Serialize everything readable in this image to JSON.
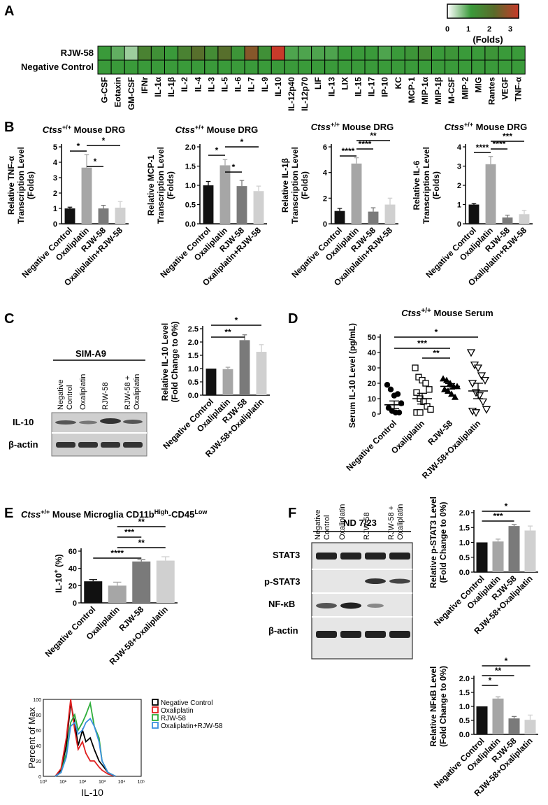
{
  "panels": {
    "A": "A",
    "B": "B",
    "C": "C",
    "D": "D",
    "E": "E",
    "F": "F"
  },
  "heatmap": {
    "scale_ticks": [
      "0",
      "1",
      "2",
      "3"
    ],
    "scale_label": "(Folds)",
    "rows": [
      "RJW-58",
      "Negative Control"
    ],
    "cytokines": [
      "G-CSF",
      "Eotaxin",
      "GM-CSF",
      "IFNr",
      "IL-1α",
      "IL-1β",
      "IL-2",
      "IL-4",
      "IL-3",
      "IL-5",
      "IL-6",
      "IL-7",
      "IL-9",
      "IL-10",
      "IL-12p40",
      "IL-12p70",
      "LIF",
      "IL-13",
      "LIX",
      "IL-15",
      "IL-17",
      "IP-10",
      "KC",
      "MCP-1",
      "MIP-1α",
      "MIP-1β",
      "M-CSF",
      "MIP-2",
      "MIG",
      "Rantes",
      "VEGF",
      "TNF-α"
    ],
    "values": [
      [
        1.0,
        0.8,
        0.5,
        1.5,
        1.2,
        1.0,
        1.5,
        1.9,
        1.3,
        1.9,
        1.1,
        2.4,
        1.2,
        3.0,
        0.9,
        0.9,
        0.9,
        0.9,
        1.0,
        1.0,
        1.0,
        0.9,
        1.0,
        1.1,
        1.3,
        1.0,
        1.1,
        1.0,
        1.0,
        1.1,
        1.0,
        1.0
      ],
      [
        1,
        1,
        1,
        1,
        1,
        1,
        1,
        1,
        1,
        1,
        1,
        1,
        1,
        1,
        1,
        1,
        1,
        1,
        1,
        1,
        1,
        1,
        1,
        1,
        1,
        1,
        1,
        1,
        1,
        1,
        1,
        1
      ]
    ]
  },
  "B": {
    "title_italic": "Ctss",
    "title_sup": "+/+",
    "title_rest": " Mouse DRG",
    "categories": [
      "Negative Control",
      "Oxaliplatin",
      "RJW-58",
      "Oxaliplatin+RJW-58"
    ],
    "charts": [
      {
        "ylabel1": "Relative TNF-α",
        "ylabel2": "Transcription Level",
        "ylabel3": "(Folds)",
        "yticks": [
          "0",
          "1",
          "2",
          "3",
          "4",
          "5"
        ]
      },
      {
        "ylabel1": "Relative MCP-1",
        "ylabel2": "Transcription Level",
        "ylabel3": "(Folds)",
        "yticks": [
          "0.0",
          "0.5",
          "1.0",
          "1.5",
          "2.0"
        ]
      },
      {
        "ylabel1": "Relative IL-1β",
        "ylabel2": "Transcription Level",
        "ylabel3": "(Folds)",
        "yticks": [
          "0",
          "2",
          "4",
          "6"
        ]
      },
      {
        "ylabel1": "Relative IL-6",
        "ylabel2": "Transcription Level",
        "ylabel3": "(Folds)",
        "yticks": [
          "0",
          "1",
          "2",
          "3",
          "4"
        ]
      }
    ]
  },
  "C": {
    "blot_title": "SIM-A9",
    "lanes": [
      [
        "Negative",
        "Control"
      ],
      [
        "Oxaliplatin"
      ],
      [
        "RJW-58"
      ],
      [
        "RJW-58 +",
        "Oxaliplatin"
      ]
    ],
    "rows": [
      "IL-10",
      "β-actin"
    ],
    "ylabel1": "Relative IL-10 Level",
    "ylabel2": "(Fold Change to 0%)",
    "yticks": [
      "0.0",
      "0.5",
      "1.0",
      "1.5",
      "2.0",
      "2.5"
    ],
    "categories": [
      "Negative Control",
      "Oxaliplatin",
      "RJW-58",
      "RJW-58+Oxaliplatin"
    ]
  },
  "D": {
    "title_italic": "Ctss",
    "title_sup": "+/+",
    "title_rest": " Mouse Serum",
    "ylabel": "Serum IL-10 Level (pg/mL)",
    "yticks": [
      "0",
      "10",
      "20",
      "30",
      "40",
      "50"
    ],
    "categories": [
      "Negative Control",
      "Oxaliplatin",
      "RJW-58",
      "RJW-58+Oxaliplatin"
    ]
  },
  "E": {
    "title_italic": "Ctss",
    "title_sup1": "+/+",
    "title_mid": " Mouse Microglia CD11b",
    "title_sup2": "High",
    "title_mid2": "-CD45",
    "title_sup3": "Low",
    "ylabel": "IL-10",
    "ylabel_sup": "+",
    "ylabel_rest": " (%)",
    "yticks": [
      "0",
      "20",
      "40",
      "60"
    ],
    "categories": [
      "Negative Control",
      "Oxaliplatin",
      "RJW-58",
      "RJW-58+Oxaliplatin"
    ],
    "hist_ylabel": "Percent of Max",
    "hist_xlabel": "IL-10",
    "hist_yticks": [
      "0",
      "20",
      "40",
      "60",
      "80",
      "100"
    ],
    "hist_xticks": [
      "10⁰",
      "10¹",
      "10²",
      "10³",
      "10⁴",
      "10⁵"
    ],
    "legend": [
      "Negative Control",
      "Oxaliplatin",
      "RJW-58",
      "Oxaliplatin+RJW-58"
    ]
  },
  "F": {
    "blot_title": "ND 7/23",
    "lanes": [
      [
        "Negative",
        "Control"
      ],
      [
        "Oxaliplatin"
      ],
      [
        "RJW-58"
      ],
      [
        "RJW-58 +",
        "Oxaliplatin"
      ]
    ],
    "rows": [
      "STAT3",
      "p-STAT3",
      "NF-κB",
      "β-actin"
    ],
    "top": {
      "ylabel1": "Relative p-STAT3 Level",
      "ylabel2": "(Fold Change to 0%)",
      "yticks": [
        "0.0",
        "0.5",
        "1.0",
        "1.5",
        "2.0"
      ]
    },
    "bottom": {
      "ylabel1": "Relative NFκB Level",
      "ylabel2": "(Fold Change to 0%)",
      "yticks": [
        "0.0",
        "0.5",
        "1.0",
        "1.5",
        "2.0"
      ]
    },
    "categories": [
      "Negative Control",
      "Oxaliplatin",
      "RJW-58",
      "RJW-58+Oxaliplatin"
    ]
  },
  "chart_data": [
    {
      "type": "heatmap",
      "rows": [
        "RJW-58",
        "Negative Control"
      ],
      "scale_range": [
        0,
        3
      ],
      "scale_unit": "Folds"
    },
    {
      "type": "bar",
      "categories": [
        "Negative Control",
        "Oxaliplatin",
        "RJW-58",
        "Oxaliplatin+RJW-58"
      ],
      "values": [
        1.0,
        3.65,
        1.0,
        1.05
      ],
      "errors": [
        0.08,
        0.85,
        0.2,
        0.4
      ],
      "ylim": [
        0,
        5
      ],
      "ylabel": "Relative TNF-α Transcription Level (Folds)",
      "colors": [
        "#111111",
        "#a6a6a6",
        "#7a7a7a",
        "#d0d0d0"
      ],
      "significance": [
        {
          "a": 0,
          "b": 1,
          "label": "*"
        },
        {
          "a": 1,
          "b": 2,
          "label": "*"
        },
        {
          "a": 1,
          "b": 3,
          "label": "*"
        }
      ]
    },
    {
      "type": "bar",
      "categories": [
        "Negative Control",
        "Oxaliplatin",
        "RJW-58",
        "Oxaliplatin+RJW-58"
      ],
      "values": [
        1.0,
        1.52,
        0.98,
        0.85
      ],
      "errors": [
        0.1,
        0.15,
        0.15,
        0.13
      ],
      "ylim": [
        0,
        2
      ],
      "ylabel": "Relative MCP-1 Transcription Level (Folds)",
      "colors": [
        "#111111",
        "#a6a6a6",
        "#7a7a7a",
        "#d0d0d0"
      ],
      "significance": [
        {
          "a": 0,
          "b": 1,
          "label": "*"
        },
        {
          "a": 1,
          "b": 2,
          "label": "*"
        },
        {
          "a": 1,
          "b": 3,
          "label": "*"
        }
      ]
    },
    {
      "type": "bar",
      "categories": [
        "Negative Control",
        "Oxaliplatin",
        "RJW-58",
        "Oxaliplatin+RJW-58"
      ],
      "values": [
        1.0,
        4.7,
        0.95,
        1.5
      ],
      "errors": [
        0.2,
        0.45,
        0.3,
        0.5
      ],
      "ylim": [
        0,
        6
      ],
      "ylabel": "Relative IL-1β Transcription Level (Folds)",
      "colors": [
        "#111111",
        "#a6a6a6",
        "#7a7a7a",
        "#d0d0d0"
      ],
      "significance": [
        {
          "a": 0,
          "b": 1,
          "label": "****"
        },
        {
          "a": 1,
          "b": 2,
          "label": "****"
        },
        {
          "a": 1,
          "b": 3,
          "label": "**"
        }
      ]
    },
    {
      "type": "bar",
      "categories": [
        "Negative Control",
        "Oxaliplatin",
        "RJW-58",
        "Oxaliplatin+RJW-58"
      ],
      "values": [
        1.0,
        3.1,
        0.33,
        0.5
      ],
      "errors": [
        0.06,
        0.4,
        0.12,
        0.2
      ],
      "ylim": [
        0,
        4
      ],
      "ylabel": "Relative IL-6 Transcription Level (Folds)",
      "colors": [
        "#111111",
        "#a6a6a6",
        "#7a7a7a",
        "#d0d0d0"
      ],
      "significance": [
        {
          "a": 0,
          "b": 1,
          "label": "****"
        },
        {
          "a": 1,
          "b": 2,
          "label": "****"
        },
        {
          "a": 1,
          "b": 3,
          "label": "***"
        }
      ]
    },
    {
      "type": "bar",
      "categories": [
        "Negative Control",
        "Oxaliplatin",
        "RJW-58",
        "RJW-58+Oxaliplatin"
      ],
      "values": [
        1.0,
        0.98,
        2.07,
        1.63
      ],
      "errors": [
        0.0,
        0.07,
        0.2,
        0.27
      ],
      "ylim": [
        0,
        2.5
      ],
      "ylabel": "Relative IL-10 Level (Fold Change to 0%)",
      "colors": [
        "#111111",
        "#a6a6a6",
        "#7a7a7a",
        "#d0d0d0"
      ],
      "significance": [
        {
          "a": 0,
          "b": 2,
          "label": "**"
        },
        {
          "a": 0,
          "b": 3,
          "label": "*"
        }
      ]
    },
    {
      "type": "scatter",
      "categories": [
        "Negative Control",
        "Oxaliplatin",
        "RJW-58",
        "RJW-58+Oxaliplatin"
      ],
      "ylim": [
        0,
        50
      ],
      "ylabel": "Serum IL-10 Level (pg/mL)",
      "series": [
        {
          "name": "Negative Control",
          "marker": "circle",
          "values": [
            19,
            16,
            12,
            13,
            7,
            4,
            2,
            1,
            1
          ],
          "mean": 6,
          "sem": 2.5
        },
        {
          "name": "Oxaliplatin",
          "marker": "square",
          "values": [
            30,
            24,
            22,
            20,
            16,
            14,
            10,
            8,
            5,
            3,
            1,
            1
          ],
          "mean": 10,
          "sem": 3.5
        },
        {
          "name": "RJW-58",
          "marker": "triangle-up",
          "values": [
            23,
            22,
            20,
            18,
            18,
            16,
            15,
            13,
            11
          ],
          "mean": 18,
          "sem": 1.8
        },
        {
          "name": "RJW-58+Oxaliplatin",
          "marker": "triangle-down",
          "values": [
            40,
            32,
            30,
            25,
            22,
            20,
            14,
            12,
            8,
            3,
            2,
            1
          ],
          "mean": 15,
          "sem": 5
        }
      ],
      "significance": [
        {
          "a": 1,
          "b": 2,
          "label": "**"
        },
        {
          "a": 0,
          "b": 2,
          "label": "***"
        },
        {
          "a": 0,
          "b": 3,
          "label": "*"
        }
      ]
    },
    {
      "type": "bar",
      "categories": [
        "Negative Control",
        "Oxaliplatin",
        "RJW-58",
        "RJW-58+Oxaliplatin"
      ],
      "values": [
        25,
        20,
        48,
        49
      ],
      "errors": [
        2,
        4,
        2,
        4.5
      ],
      "ylim": [
        0,
        60
      ],
      "ylabel": "IL-10+ (%)",
      "colors": [
        "#111111",
        "#a6a6a6",
        "#7a7a7a",
        "#d0d0d0"
      ],
      "significance": [
        {
          "a": 0,
          "b": 2,
          "label": "****"
        },
        {
          "a": 1,
          "b": 3,
          "label": "**"
        },
        {
          "a": 1,
          "b": 2,
          "label": "***"
        },
        {
          "a": 1,
          "b": 3,
          "label": "**"
        }
      ]
    },
    {
      "type": "line",
      "xscale": "log",
      "xlim": [
        1,
        100000
      ],
      "ylim": [
        0,
        100
      ],
      "xlabel": "IL-10",
      "ylabel": "Percent of Max",
      "series": [
        {
          "name": "Negative Control",
          "color": "#000000",
          "x": [
            4,
            8,
            15,
            25,
            40,
            60,
            100,
            150,
            250,
            400,
            700,
            1000,
            2000,
            5000
          ],
          "y": [
            0,
            8,
            40,
            95,
            70,
            40,
            60,
            45,
            50,
            35,
            20,
            15,
            5,
            0
          ]
        },
        {
          "name": "Oxaliplatin",
          "color": "#e02020",
          "x": [
            4,
            8,
            15,
            25,
            40,
            60,
            100,
            150,
            250,
            400,
            700,
            1000,
            2000,
            5000
          ],
          "y": [
            0,
            10,
            50,
            100,
            60,
            35,
            45,
            30,
            20,
            20,
            12,
            8,
            3,
            0
          ]
        },
        {
          "name": "RJW-58",
          "color": "#2eae3a",
          "x": [
            4,
            8,
            15,
            25,
            40,
            60,
            100,
            150,
            250,
            400,
            700,
            1000,
            2000,
            5000
          ],
          "y": [
            0,
            5,
            30,
            70,
            80,
            60,
            70,
            80,
            95,
            65,
            50,
            20,
            5,
            0
          ]
        },
        {
          "name": "Oxaliplatin+RJW-58",
          "color": "#3c8fe0",
          "x": [
            4,
            8,
            15,
            25,
            40,
            60,
            100,
            150,
            250,
            400,
            700,
            1000,
            2000,
            5000
          ],
          "y": [
            0,
            5,
            25,
            65,
            70,
            55,
            60,
            70,
            75,
            65,
            45,
            20,
            5,
            0
          ]
        }
      ]
    },
    {
      "type": "bar",
      "categories": [
        "Negative Control",
        "Oxaliplatin",
        "RJW-58",
        "RJW-58+Oxaliplatin"
      ],
      "values": [
        1.0,
        1.03,
        1.55,
        1.4
      ],
      "errors": [
        0.0,
        0.08,
        0.05,
        0.15
      ],
      "ylim": [
        0,
        2
      ],
      "ylabel": "Relative p-STAT3 Level (Fold Change to 0%)",
      "colors": [
        "#111111",
        "#a6a6a6",
        "#7a7a7a",
        "#d0d0d0"
      ],
      "significance": [
        {
          "a": 0,
          "b": 2,
          "label": "***"
        },
        {
          "a": 0,
          "b": 3,
          "label": "*"
        }
      ]
    },
    {
      "type": "bar",
      "categories": [
        "Negative Control",
        "Oxaliplatin",
        "RJW-58",
        "RJW-58+Oxaliplatin"
      ],
      "values": [
        1.0,
        1.28,
        0.57,
        0.52
      ],
      "errors": [
        0.0,
        0.06,
        0.07,
        0.17
      ],
      "ylim": [
        0,
        2
      ],
      "ylabel": "Relative NFκB Level (Fold Change to 0%)",
      "colors": [
        "#111111",
        "#a6a6a6",
        "#7a7a7a",
        "#d0d0d0"
      ],
      "significance": [
        {
          "a": 0,
          "b": 1,
          "label": "*"
        },
        {
          "a": 0,
          "b": 2,
          "label": "**"
        },
        {
          "a": 0,
          "b": 3,
          "label": "*"
        }
      ]
    }
  ]
}
